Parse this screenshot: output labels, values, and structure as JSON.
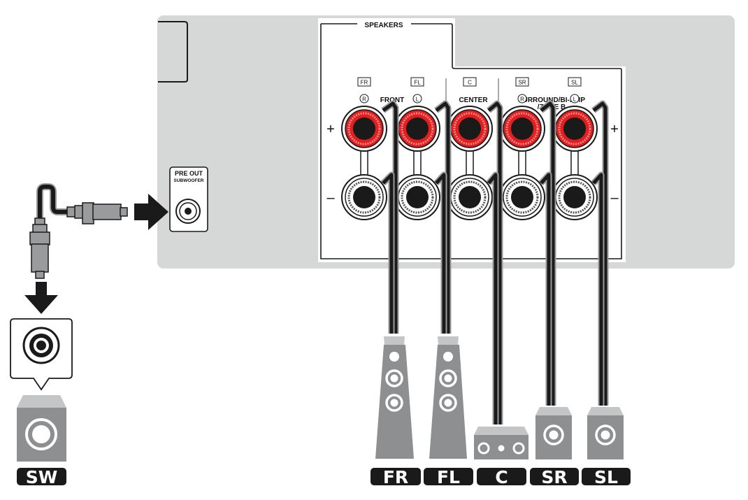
{
  "panel": {
    "speakers_group_label": "SPEAKERS",
    "pre_out_line1": "PRE OUT",
    "pre_out_line2": "SUBWOOFER",
    "plus_sign": "+",
    "minus_sign": "–"
  },
  "channels": [
    {
      "id": "fr",
      "tag": "FR",
      "polarity": "R",
      "badge": "FR"
    },
    {
      "id": "fl",
      "tag": "FL",
      "polarity": "L",
      "badge": "FL"
    },
    {
      "id": "c",
      "tag": "C",
      "polarity": "",
      "badge": "C"
    },
    {
      "id": "sr",
      "tag": "SR",
      "polarity": "R",
      "badge": "SR"
    },
    {
      "id": "sl",
      "tag": "SL",
      "polarity": "L",
      "badge": "SL"
    }
  ],
  "group_labels": {
    "front": "FRONT",
    "center": "CENTER",
    "surround_line1": "SURROUND/BI-AMP",
    "surround_line2": "/ZONE B"
  },
  "subwoofer": {
    "badge": "SW"
  },
  "colors": {
    "panel": "#d6d7d7",
    "terminal_positive": "#e02020",
    "terminal_negative": "#ffffff",
    "badge": "#1a1a1a",
    "speaker_body": "#8e8f90",
    "speaker_top": "#c4c5c6",
    "cable": "#1a1a1a",
    "cable_outline": "#9a9a9a"
  }
}
